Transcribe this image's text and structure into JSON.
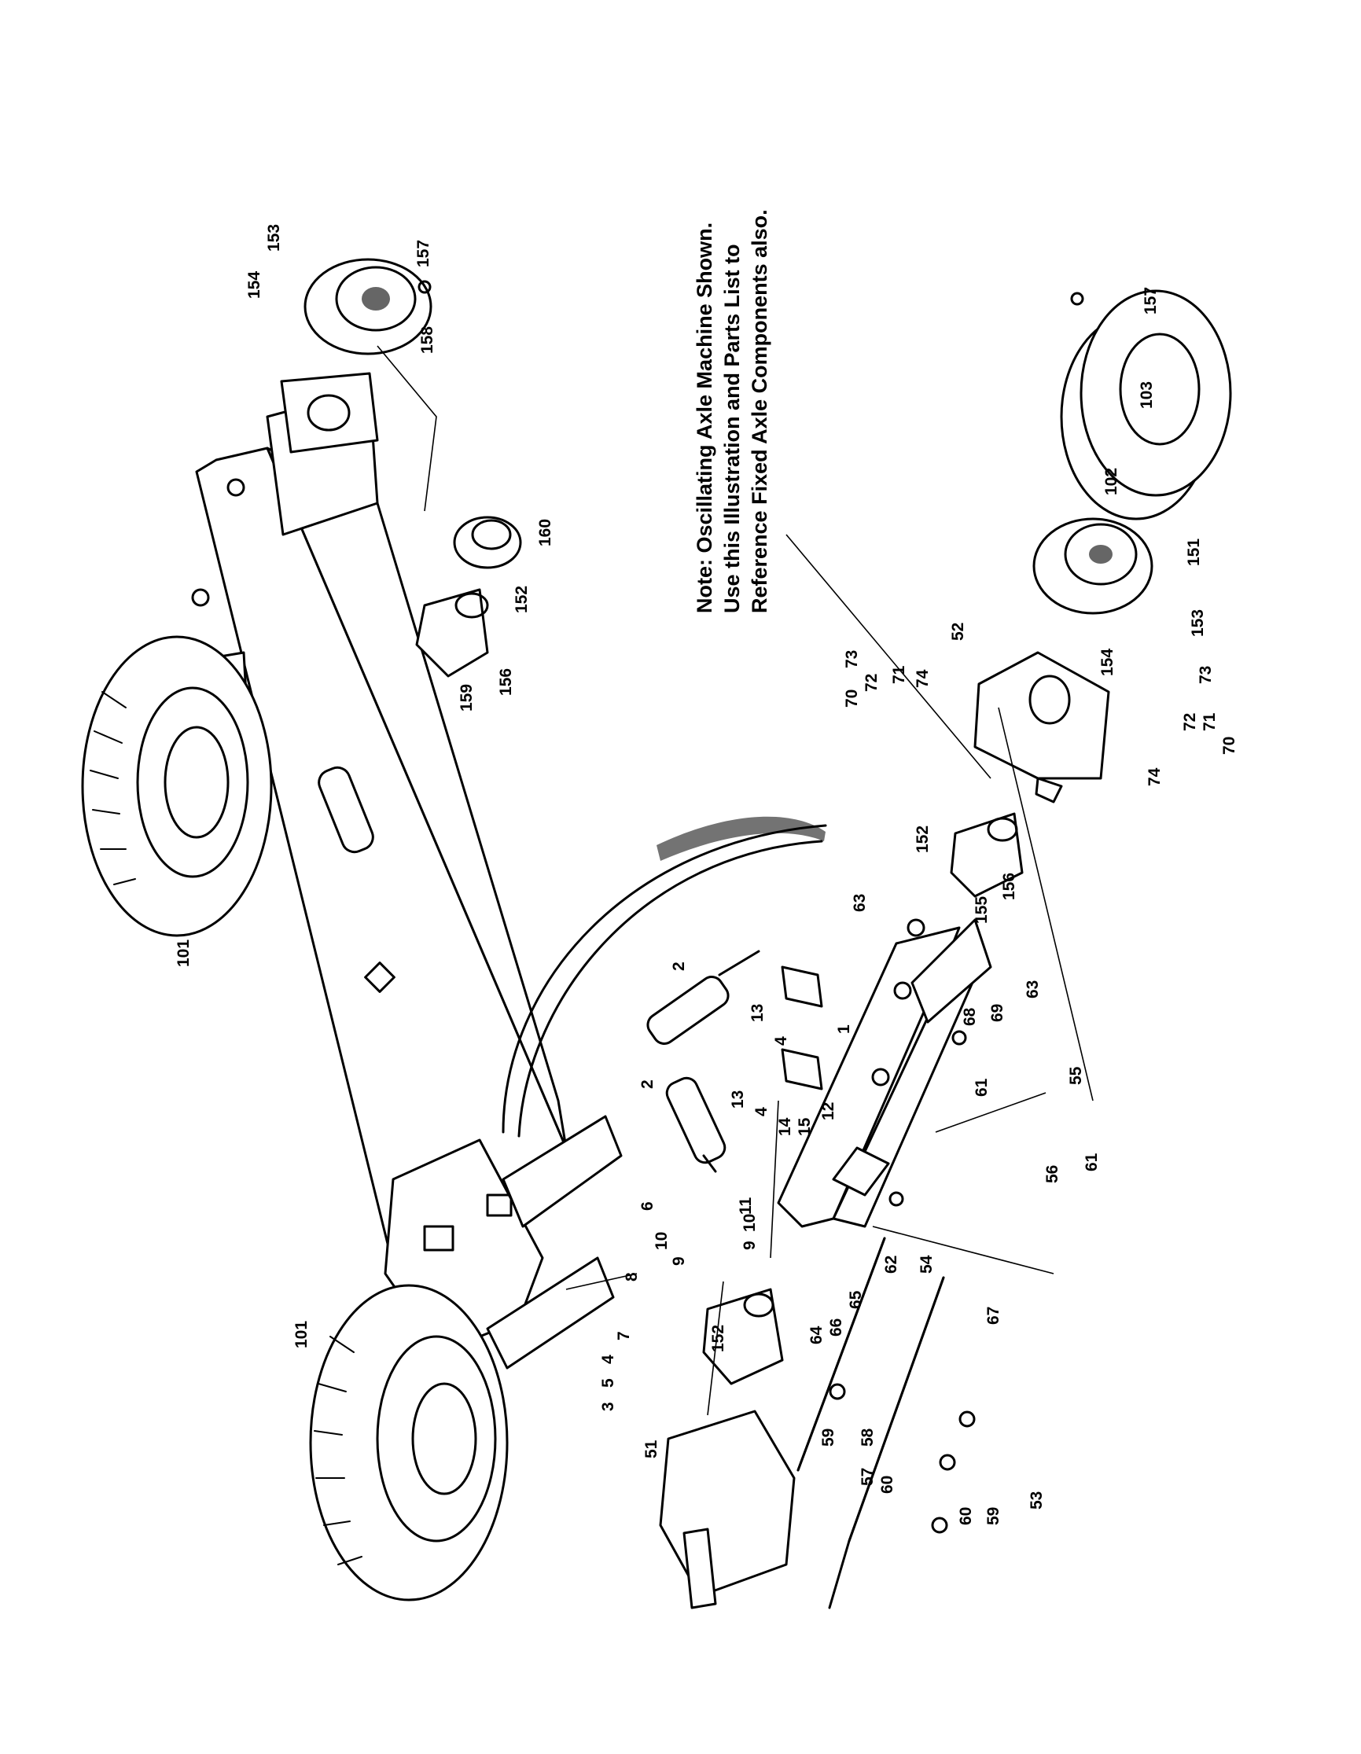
{
  "note": {
    "lines": [
      "Note: Oscillating Axle Machine Shown.",
      "Use this Illustration and Parts List to",
      "Reference Fixed Axle Components also."
    ]
  },
  "callouts": [
    {
      "text": "154"
    },
    {
      "text": "153"
    },
    {
      "text": "157"
    },
    {
      "text": "158"
    },
    {
      "text": "160"
    },
    {
      "text": "152"
    },
    {
      "text": "159"
    },
    {
      "text": "156"
    },
    {
      "text": "101"
    },
    {
      "text": "101"
    },
    {
      "text": "157"
    },
    {
      "text": "103"
    },
    {
      "text": "102"
    },
    {
      "text": "151"
    },
    {
      "text": "154"
    },
    {
      "text": "153"
    },
    {
      "text": "52"
    },
    {
      "text": "73"
    },
    {
      "text": "70"
    },
    {
      "text": "72"
    },
    {
      "text": "71"
    },
    {
      "text": "74"
    },
    {
      "text": "73"
    },
    {
      "text": "72"
    },
    {
      "text": "71"
    },
    {
      "text": "70"
    },
    {
      "text": "74"
    },
    {
      "text": "152"
    },
    {
      "text": "155"
    },
    {
      "text": "156"
    },
    {
      "text": "63"
    },
    {
      "text": "63"
    },
    {
      "text": "2"
    },
    {
      "text": "13"
    },
    {
      "text": "4"
    },
    {
      "text": "1"
    },
    {
      "text": "68"
    },
    {
      "text": "69"
    },
    {
      "text": "61"
    },
    {
      "text": "2"
    },
    {
      "text": "13"
    },
    {
      "text": "4"
    },
    {
      "text": "14"
    },
    {
      "text": "15"
    },
    {
      "text": "12"
    },
    {
      "text": "55"
    },
    {
      "text": "56"
    },
    {
      "text": "61"
    },
    {
      "text": "6"
    },
    {
      "text": "10"
    },
    {
      "text": "9"
    },
    {
      "text": "11"
    },
    {
      "text": "9"
    },
    {
      "text": "10"
    },
    {
      "text": "62"
    },
    {
      "text": "8"
    },
    {
      "text": "7"
    },
    {
      "text": "4"
    },
    {
      "text": "5"
    },
    {
      "text": "3"
    },
    {
      "text": "54"
    },
    {
      "text": "67"
    },
    {
      "text": "64"
    },
    {
      "text": "66"
    },
    {
      "text": "65"
    },
    {
      "text": "152"
    },
    {
      "text": "51"
    },
    {
      "text": "59"
    },
    {
      "text": "58"
    },
    {
      "text": "57"
    },
    {
      "text": "60"
    },
    {
      "text": "53"
    },
    {
      "text": "60"
    },
    {
      "text": "59"
    }
  ]
}
